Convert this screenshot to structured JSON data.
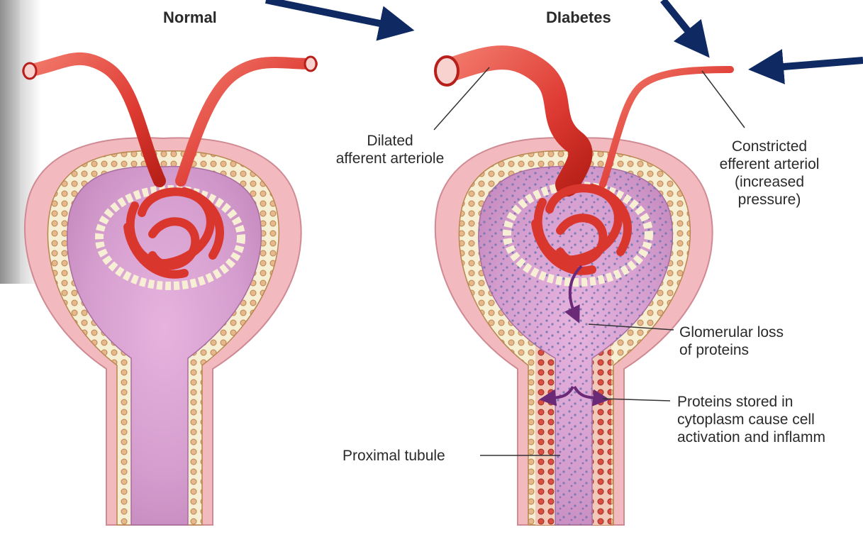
{
  "panels": {
    "normal_title": "Normal",
    "diabetes_title": "DIabetes"
  },
  "labels": {
    "dilated_afferent": [
      "Dilated",
      "afferent arteriole"
    ],
    "constricted_efferent": [
      "Constricted",
      "efferent arteriol",
      "(increased",
      "pressure)"
    ],
    "glomerular_loss": [
      "Glomerular loss",
      "of proteins"
    ],
    "proteins_stored": [
      "Proteins stored in",
      "cytoplasm cause cell",
      "activation and inflamm"
    ],
    "proximal_tubule": "Proximal tubule"
  },
  "colors": {
    "arrow": "#0f2a63",
    "vessel": "#e0443a",
    "vessel_dark": "#b71f1b",
    "capsule_outer": "#f2b9bf",
    "capsule_inner": "#c98fc4",
    "cell_fill": "#f7efd4",
    "protein_dot": "#6a79b4",
    "purple_arrow": "#6b2a78"
  }
}
